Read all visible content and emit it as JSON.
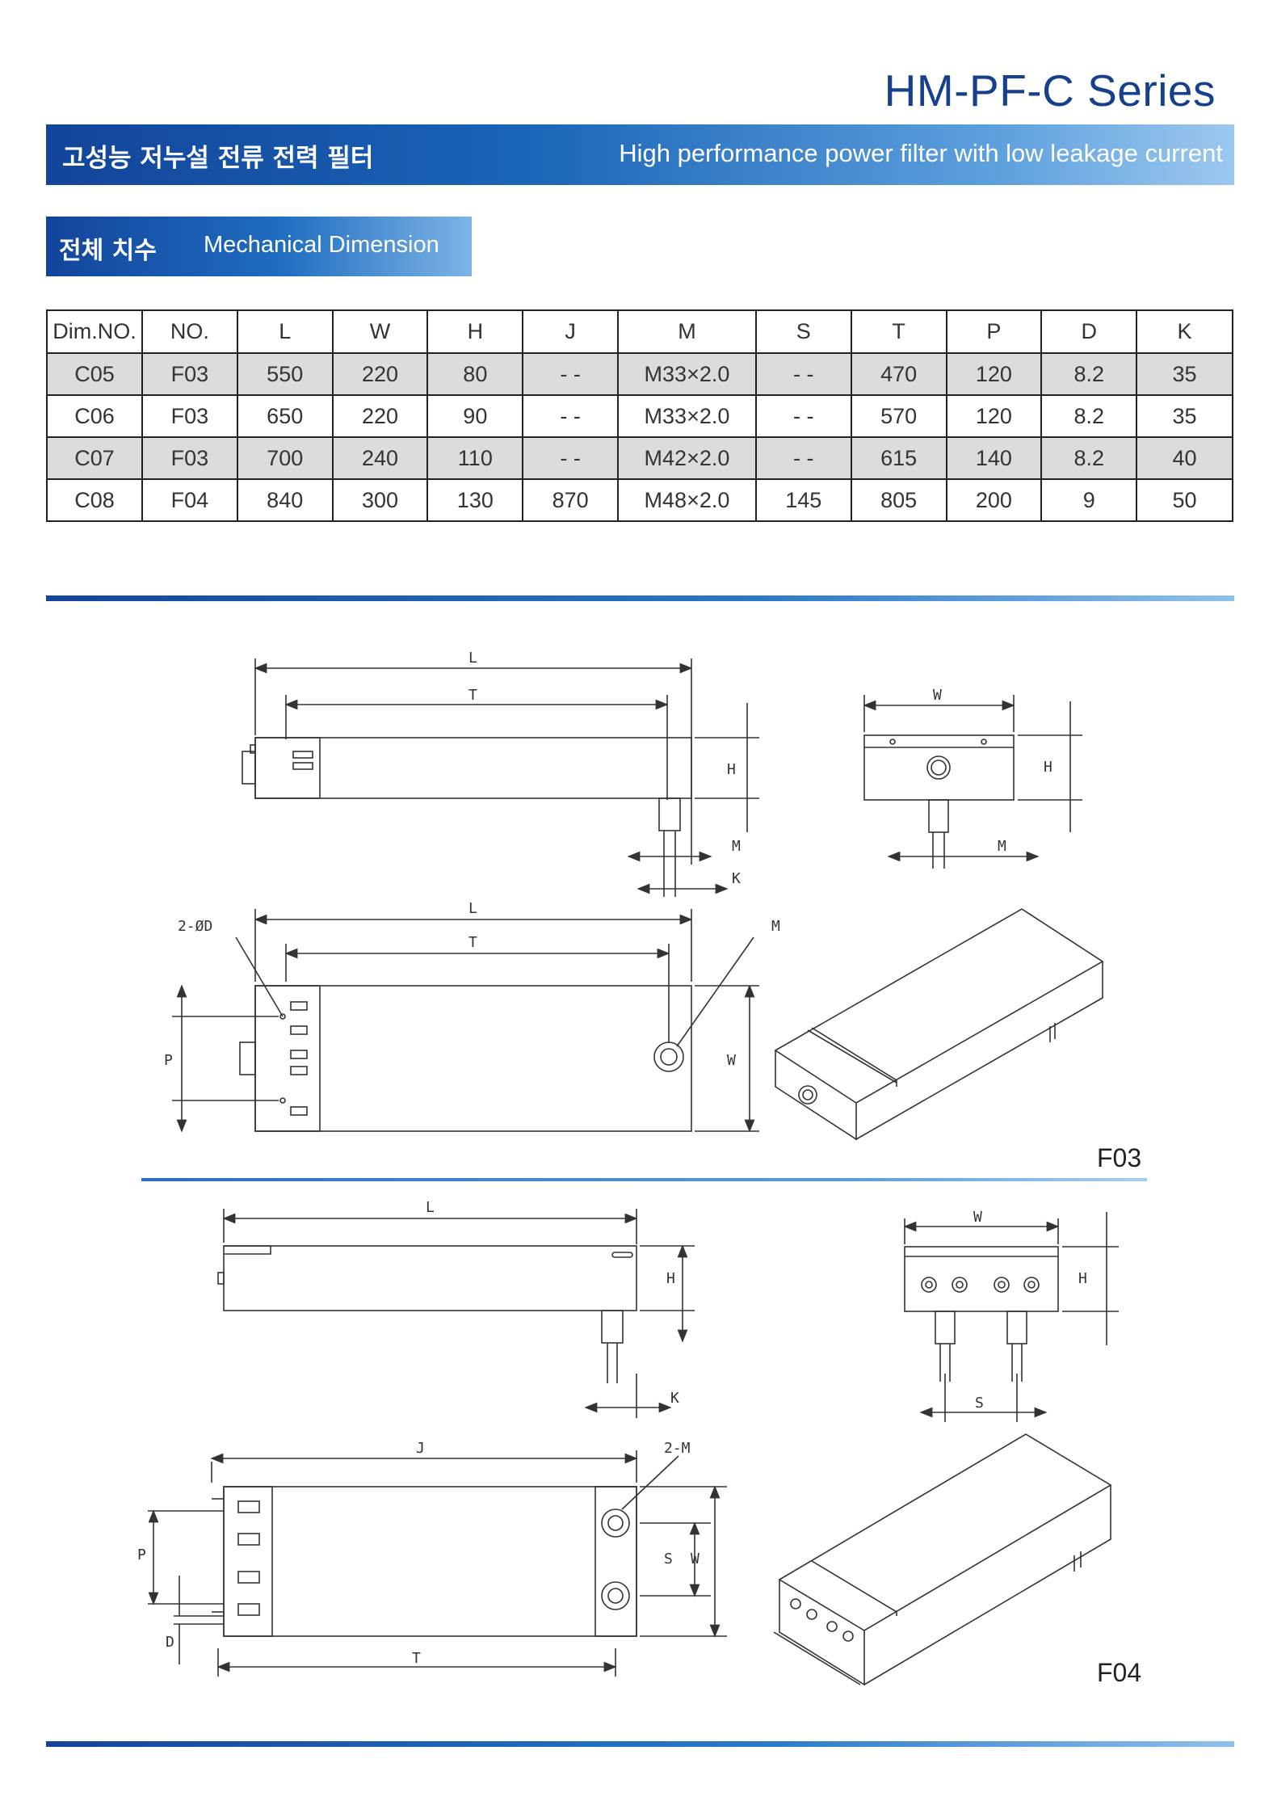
{
  "header": {
    "series_title": "HM-PF-C Series",
    "banner_korean": "고성능 저누설 전류 전력 필터",
    "banner_english": "High performance power filter with low leakage current"
  },
  "section": {
    "korean": "전체 치수",
    "english": "Mechanical Dimension"
  },
  "table": {
    "headers": [
      "Dim.NO.",
      "NO.",
      "L",
      "W",
      "H",
      "J",
      "M",
      "S",
      "T",
      "P",
      "D",
      "K"
    ],
    "rows": [
      [
        "C05",
        "F03",
        "550",
        "220",
        "80",
        "- -",
        "M33×2.0",
        "- -",
        "470",
        "120",
        "8.2",
        "35"
      ],
      [
        "C06",
        "F03",
        "650",
        "220",
        "90",
        "- -",
        "M33×2.0",
        "- -",
        "570",
        "120",
        "8.2",
        "35"
      ],
      [
        "C07",
        "F03",
        "700",
        "240",
        "110",
        "- -",
        "M42×2.0",
        "- -",
        "615",
        "140",
        "8.2",
        "40"
      ],
      [
        "C08",
        "F04",
        "840",
        "300",
        "130",
        "870",
        "M48×2.0",
        "145",
        "805",
        "200",
        "9",
        "50"
      ]
    ]
  },
  "figures": {
    "f03_label": "F03",
    "f04_label": "F04",
    "dim_labels": {
      "L": "L",
      "T": "T",
      "W": "W",
      "H": "H",
      "M": "M",
      "K": "K",
      "P": "P",
      "D": "D",
      "J": "J",
      "S": "S",
      "two_phi_d": "2-ØD",
      "two_m": "2-M"
    }
  },
  "colors": {
    "title_blue": "#163f8c",
    "banner_dark": "#12459b",
    "banner_light": "#9cc8ee"
  }
}
